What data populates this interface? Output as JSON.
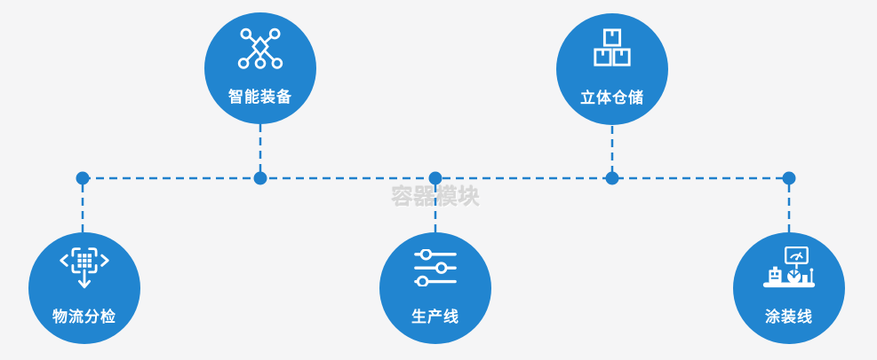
{
  "diagram": {
    "watermark": "容器模块",
    "colors": {
      "node_blue": "#2185d0",
      "connector_blue": "#1f80cc",
      "background": "#f5f5f6",
      "icon_white": "#ffffff",
      "watermark_gray": "#d8d8d8"
    },
    "nodes": [
      {
        "label": "智能装备",
        "icon": "network-nodes-icon",
        "position": "top-left"
      },
      {
        "label": "立体仓储",
        "icon": "stacked-boxes-icon",
        "position": "top-right"
      },
      {
        "label": "物流分检",
        "icon": "distribute-arrows-icon",
        "position": "bottom-left"
      },
      {
        "label": "生产线",
        "icon": "sliders-icon",
        "position": "bottom-center"
      },
      {
        "label": "涂装线",
        "icon": "control-station-icon",
        "position": "bottom-right"
      }
    ]
  }
}
